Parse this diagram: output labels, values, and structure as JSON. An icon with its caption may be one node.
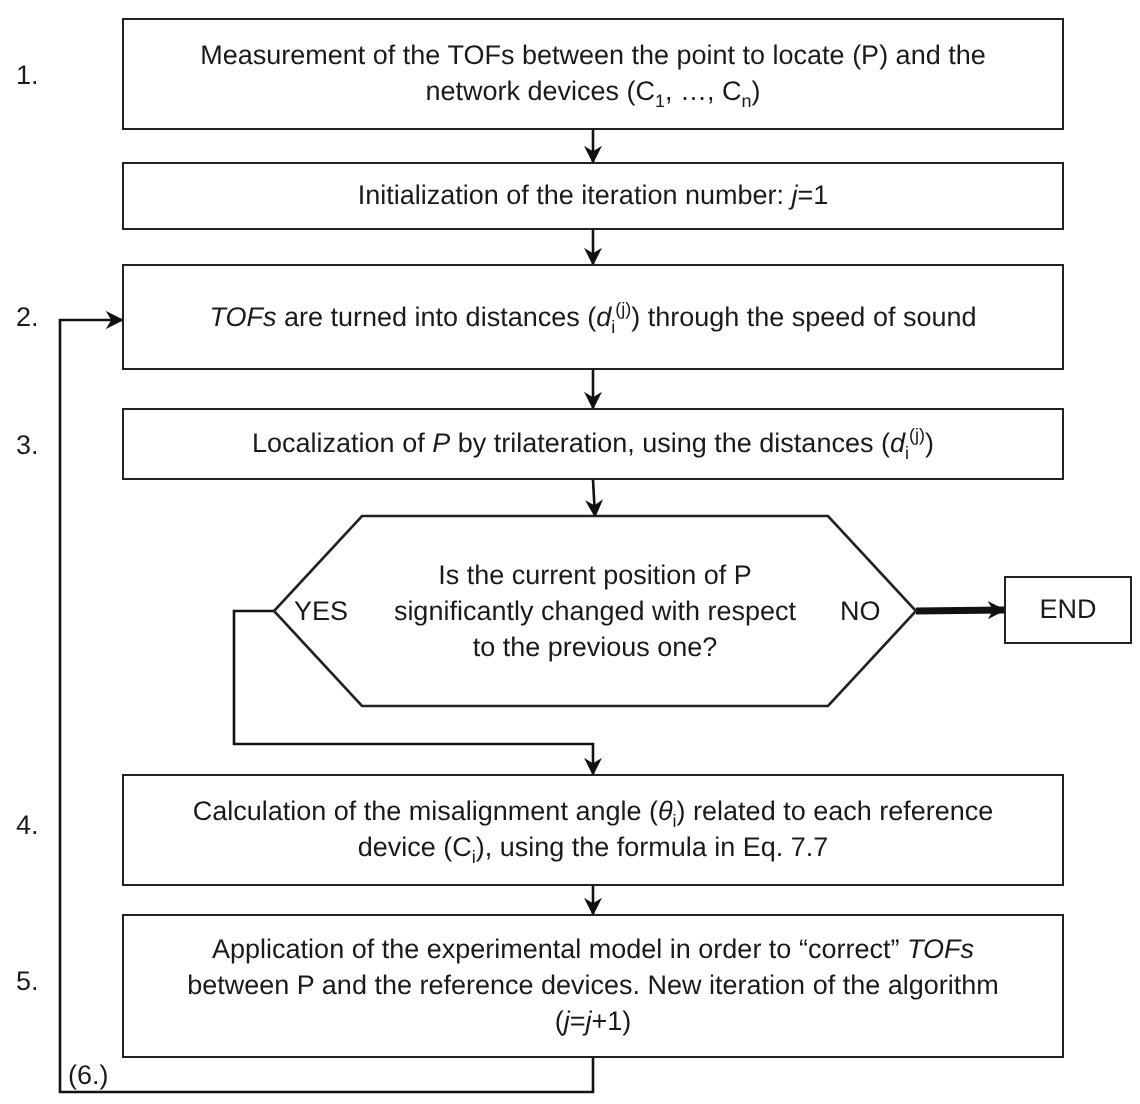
{
  "diagram": {
    "nodes": [
      {
        "text": [
          "Measurement of the TOFs between the point to locate (P) and the network devices (C$_{1}$, …, C$_{n}$)"
        ]
      },
      {
        "text": [
          "Initialization of the iteration number: *j*=1"
        ]
      },
      {
        "text": [
          "*TOFs* are turned into distances (*d*$_{i}$$^{(j)}$) through the speed of sound"
        ]
      },
      {
        "text": [
          "Localization of *P* by trilateration, using the distances (*d*$_{i}$$^{(j)}$)"
        ]
      },
      {
        "text": [
          "Is the current position of P significantly changed with respect to the previous one?"
        ]
      },
      {
        "text": [
          "END"
        ]
      },
      {
        "text": [
          "Calculation of the misalignment angle (*θ*$_{i}$) related to each reference device (C$_{i}$), using the formula in Eq. 7.7"
        ]
      },
      {
        "text": [
          "Application of the experimental model in order to “correct” *TOFs* between P and the reference devices. New iteration of the algorithm (*j*=*j*+1)"
        ]
      }
    ],
    "edges": [
      {
        "from": 0,
        "to": 1,
        "arrow": "to"
      },
      {
        "from": 1,
        "to": 2,
        "arrow": "to"
      },
      {
        "from": 2,
        "to": 3,
        "arrow": "to"
      },
      {
        "from": 3,
        "to": 4,
        "arrow": "to"
      },
      {
        "from": 4,
        "to": 5,
        "arrow": "to",
        "label": "NO",
        "style": "thick"
      },
      {
        "from": 4,
        "to": 6,
        "arrow": "to",
        "label": "YES"
      },
      {
        "from": 6,
        "to": 7,
        "arrow": "to"
      },
      {
        "from": 7,
        "to": 2,
        "arrow": "to"
      }
    ],
    "labels": [
      "1.",
      "2.",
      "3.",
      "4.",
      "5.",
      "(6.)"
    ]
  }
}
